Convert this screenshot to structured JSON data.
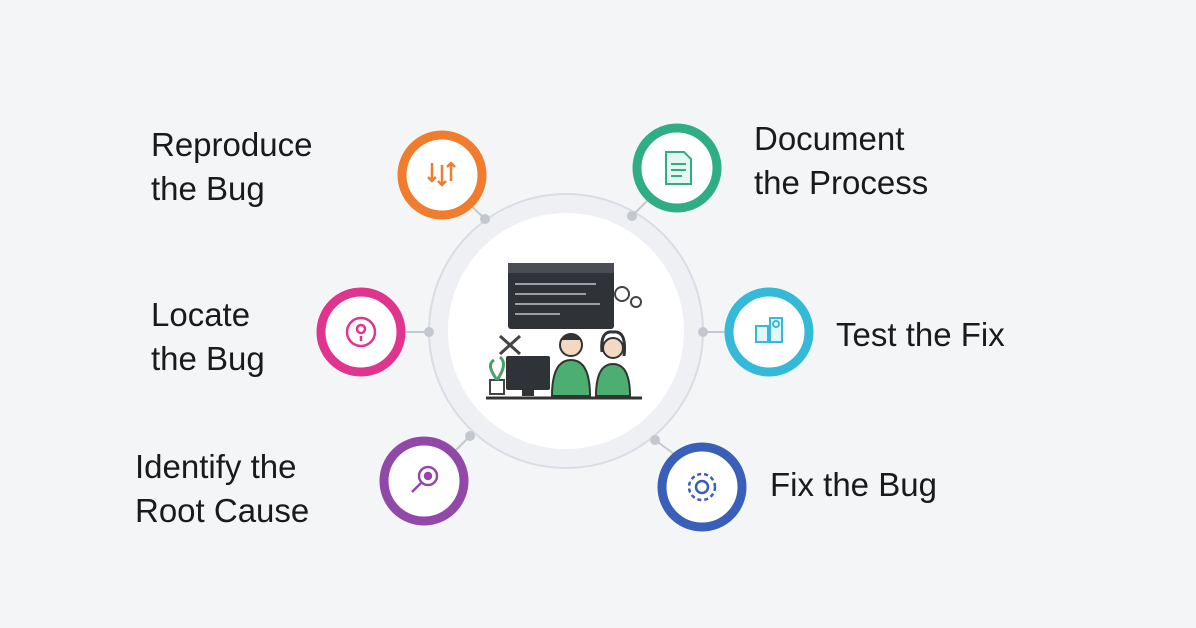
{
  "title": "",
  "center_illustration": {
    "icon": "developers-debugging-icon"
  },
  "steps": [
    {
      "label": "Reproduce\nthe Bug",
      "color": "#ef7d2d",
      "icon": "sort-arrows-icon"
    },
    {
      "label": "Document\nthe Process",
      "color": "#2fae86",
      "icon": "document-icon"
    },
    {
      "label": "Locate\nthe Bug",
      "color": "#e0358e",
      "icon": "location-pin-icon"
    },
    {
      "label": "Test the Fix",
      "color": "#35b9d8",
      "icon": "test-tube-icon"
    },
    {
      "label": "Identify the\nRoot Cause",
      "color": "#9148a8",
      "icon": "magnify-bug-icon"
    },
    {
      "label": "Fix the Bug",
      "color": "#3a5fb8",
      "icon": "gear-fix-icon"
    }
  ]
}
